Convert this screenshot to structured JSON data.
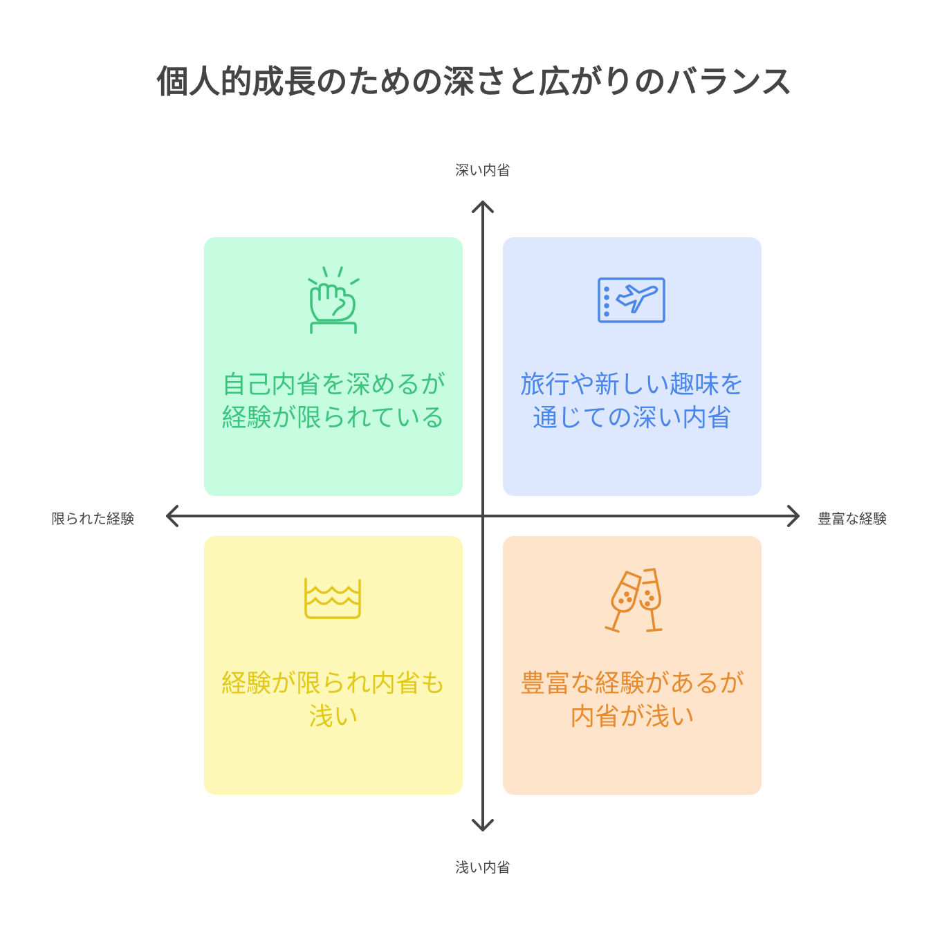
{
  "title": "個人的成長のための深さと広がりのバランス",
  "axes": {
    "top": "深い内省",
    "bottom": "浅い内省",
    "left": "限られた経験",
    "right": "豊富な経験"
  },
  "quadrants": [
    {
      "id": "top-left",
      "text": "自己内省を深めるが経験が限られている",
      "icon": "fist-icon",
      "bg": "#c6fce0",
      "fg": "#3cc47f"
    },
    {
      "id": "top-right",
      "text": "旅行や新しい趣味を通じての深い内省",
      "icon": "airplane-ticket-icon",
      "bg": "#dde8fe",
      "fg": "#4a86e8"
    },
    {
      "id": "bottom-left",
      "text": "経験が限られ内省も浅い",
      "icon": "shallow-water-icon",
      "bg": "#fdf8b8",
      "fg": "#e2c81a"
    },
    {
      "id": "bottom-right",
      "text": "豊富な経験があるが内省が浅い",
      "icon": "champagne-toast-icon",
      "bg": "#fee4ca",
      "fg": "#e68a2e"
    }
  ]
}
